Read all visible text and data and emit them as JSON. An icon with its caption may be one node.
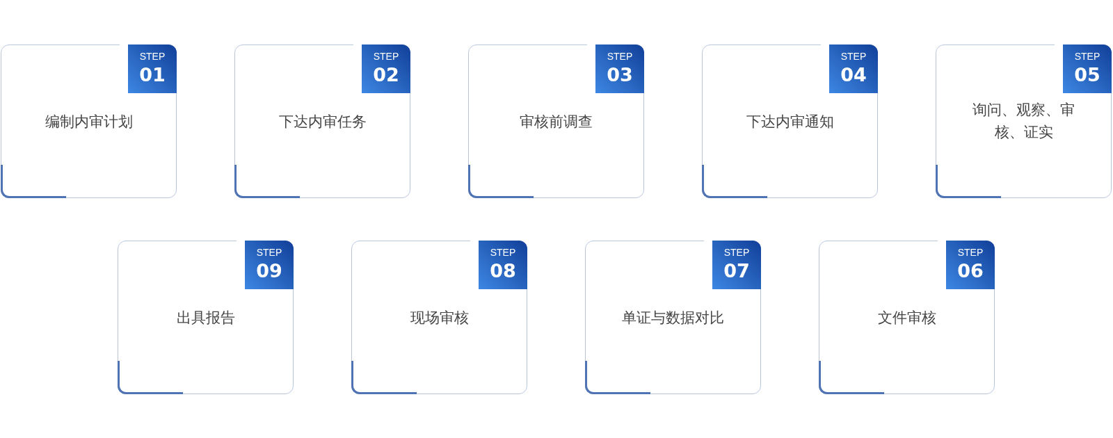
{
  "diagram": {
    "nodes": [
      {
        "text": [
          "编制内审计划"
        ]
      },
      {
        "text": [
          "STEP",
          "01"
        ],
        "in": 0
      },
      {
        "text": [
          "下达内审任务"
        ]
      },
      {
        "text": [
          "STEP",
          "02"
        ],
        "in": 2
      },
      {
        "text": [
          "审核前调查"
        ]
      },
      {
        "text": [
          "STEP",
          "03"
        ],
        "in": 4
      },
      {
        "text": [
          "下达内审通知"
        ]
      },
      {
        "text": [
          "STEP",
          "04"
        ],
        "in": 6
      },
      {
        "text": [
          "询问、观察、审核、证实"
        ]
      },
      {
        "text": [
          "STEP",
          "05"
        ],
        "in": 8
      },
      {
        "text": [
          "文件审核"
        ]
      },
      {
        "text": [
          "STEP",
          "06"
        ],
        "in": 10
      },
      {
        "text": [
          "单证与数据对比"
        ]
      },
      {
        "text": [
          "STEP",
          "07"
        ],
        "in": 12
      },
      {
        "text": [
          "现场审核"
        ]
      },
      {
        "text": [
          "STEP",
          "08"
        ],
        "in": 14
      },
      {
        "text": [
          "出具报告"
        ]
      },
      {
        "text": [
          "STEP",
          "09"
        ],
        "in": 16
      }
    ]
  }
}
